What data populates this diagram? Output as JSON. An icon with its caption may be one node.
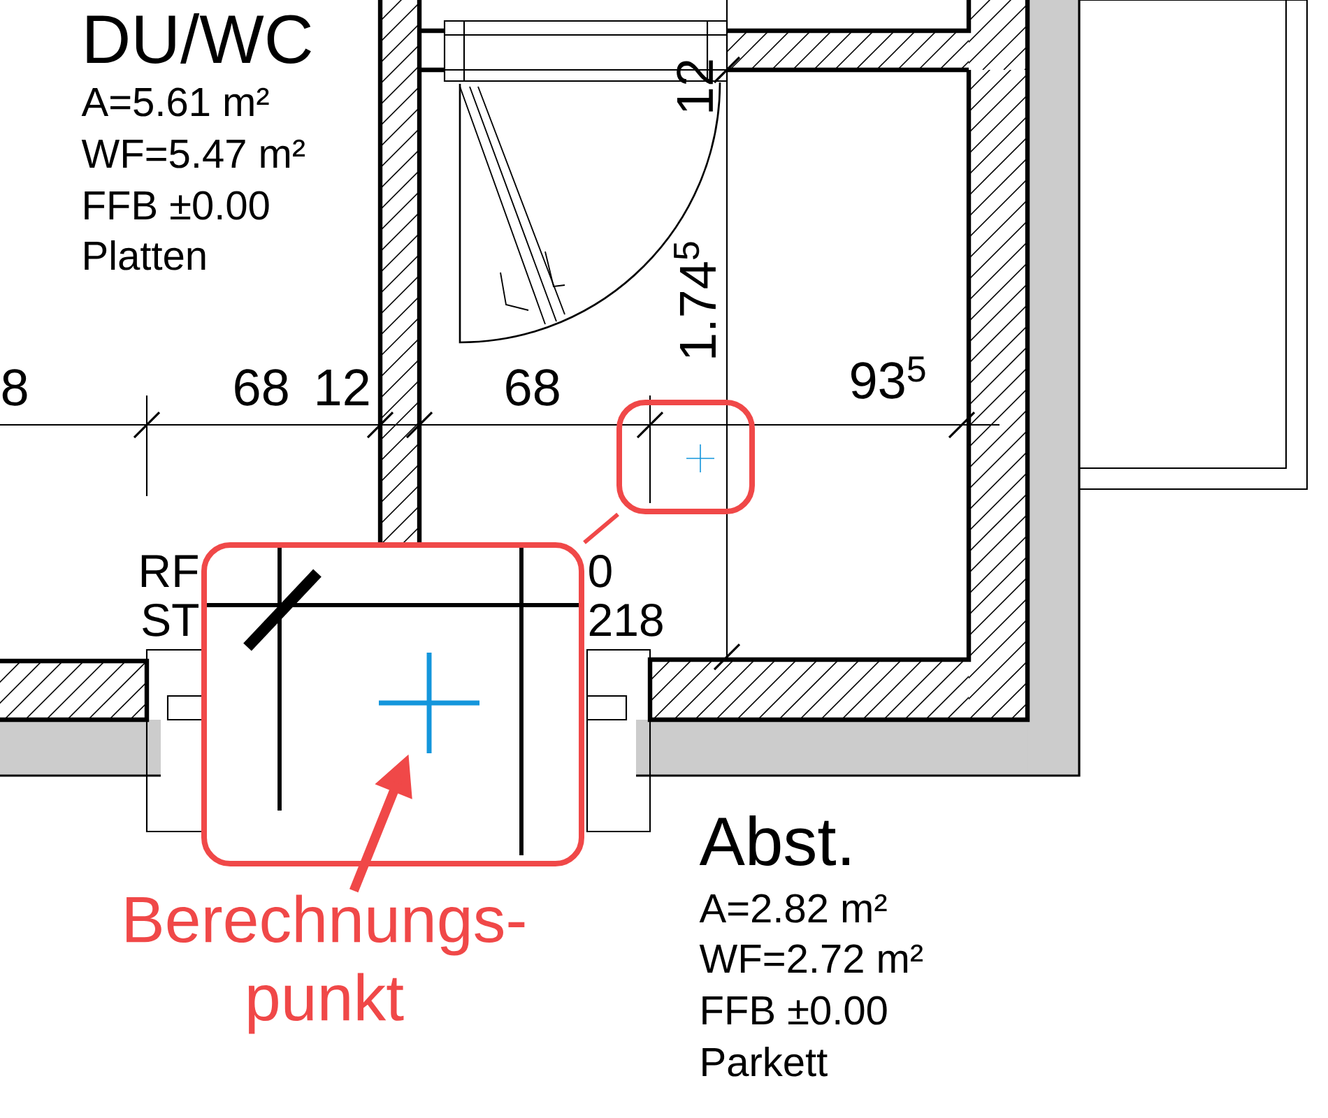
{
  "diagram": {
    "nodes": [
      {
        "text": [],
        "shape": "box"
      },
      {
        "text": [],
        "shape": "box"
      },
      {
        "text": [
          "Berechnungs- punkt"
        ]
      },
      {
        "text": [],
        "shape": "cross",
        "in": 1
      }
    ],
    "edges": [
      {
        "from": 0,
        "to": 1,
        "arrow": "none"
      },
      {
        "from": 2,
        "to": 3,
        "arrow": "to",
        "style": "thick"
      }
    ],
    "labels": [
      "DU/WC",
      "A=5.61 m²",
      "WF=5.47 m²",
      "FFB ±0.00",
      "Platten",
      "12",
      "1.74$^{5}$",
      "8",
      "68",
      "12",
      "68",
      "93$^{5}$",
      "RF",
      "0",
      "ST",
      "218",
      "Abst.",
      "A=2.82 m²",
      "WF=2.72 m²",
      "FFB ±0.00",
      "Parkett"
    ]
  }
}
